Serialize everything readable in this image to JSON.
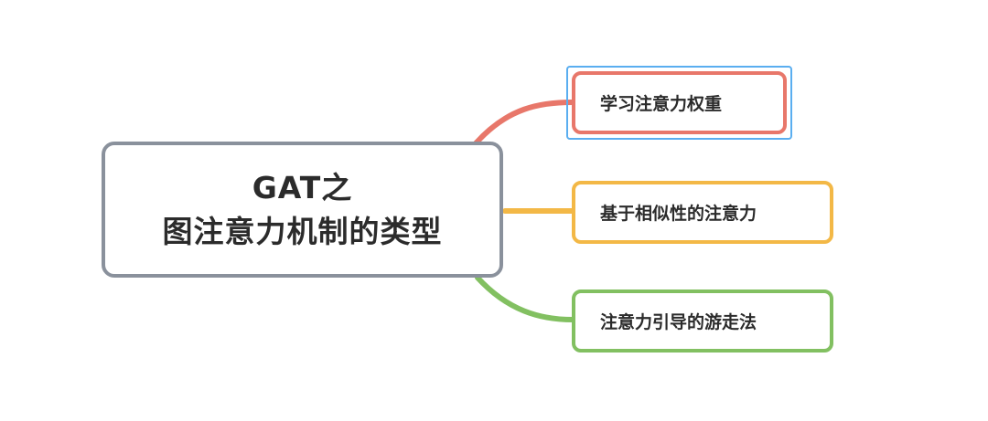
{
  "mindmap": {
    "root": {
      "line1": "GAT之",
      "line2": "图注意力机制的类型"
    },
    "branches": [
      {
        "label": "学习注意力权重",
        "color": "#e8776a",
        "selected": true
      },
      {
        "label": "基于相似性的注意力",
        "color": "#f3b846",
        "selected": false
      },
      {
        "label": "注意力引导的游走法",
        "color": "#82c061",
        "selected": false
      }
    ],
    "root_border_color": "#8a919c",
    "selection_color": "#5aaef0"
  }
}
